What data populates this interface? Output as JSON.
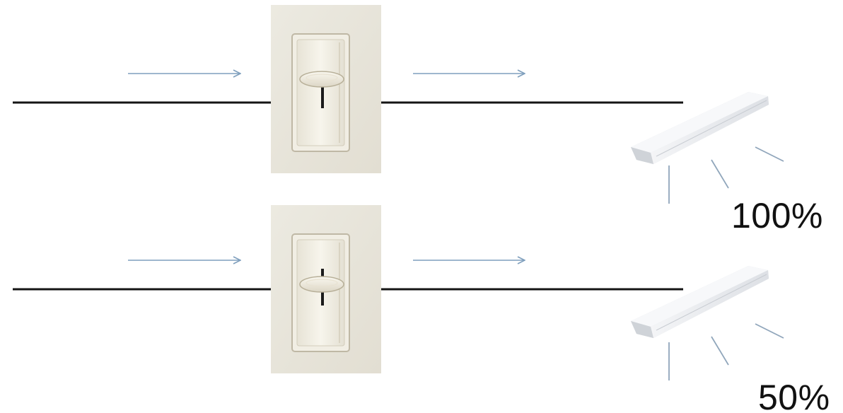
{
  "circuits": [
    {
      "id": "full",
      "brightness_label": "100%",
      "brightness_level": 1.0,
      "dimmer_slider_position": "top"
    },
    {
      "id": "half",
      "brightness_label": "50%",
      "brightness_level": 0.5,
      "dimmer_slider_position": "middle"
    }
  ],
  "colors": {
    "wire": "#151515",
    "current_arrow": "#7f9fbd",
    "dimmer_plate": "#e9e6dc",
    "dimmer_rocker": "#f3f0e5",
    "light_rays": "#90a6bb"
  },
  "icons": [
    "wire",
    "current-arrow-icon",
    "dimmer-switch-icon",
    "ceiling-light-icon",
    "light-ray"
  ]
}
